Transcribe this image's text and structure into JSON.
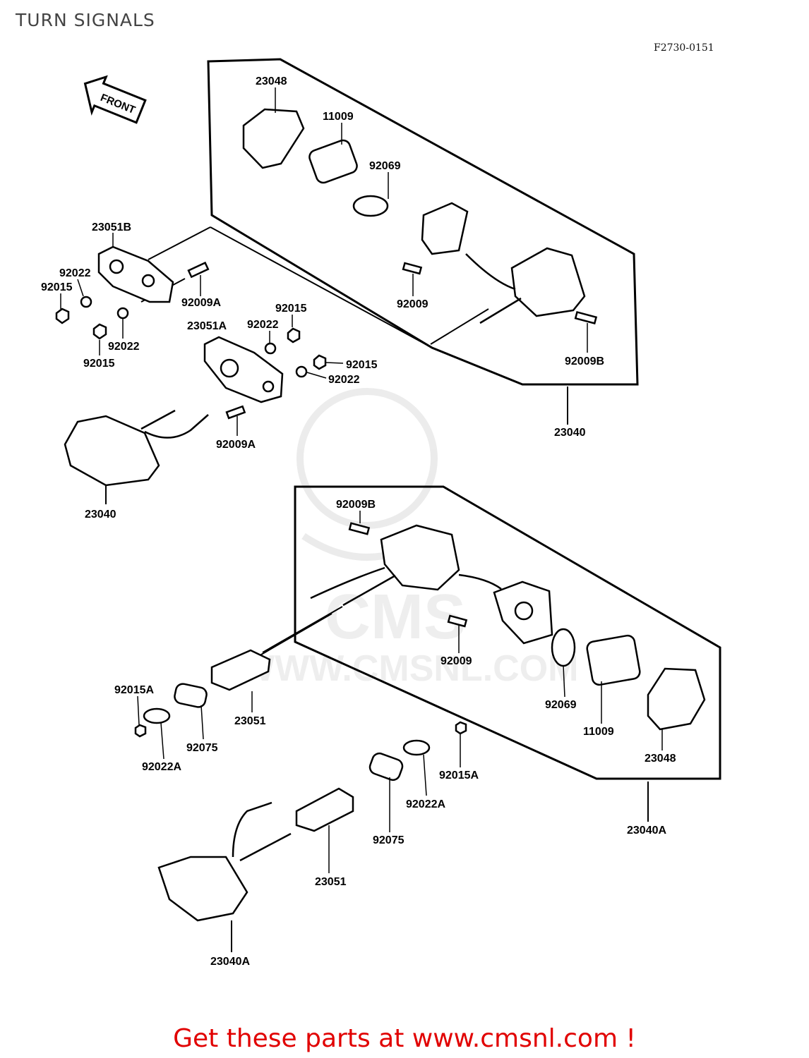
{
  "header": {
    "title": "TURN SIGNALS",
    "figure_code": "F2730-0151"
  },
  "front_arrow": {
    "label": "FRONT"
  },
  "watermark": {
    "text": "WWW.CMSNL.COM",
    "logo_text": "CMS"
  },
  "parts": {
    "p23048_top": "23048",
    "p11009_top": "11009",
    "p92069_top": "92069",
    "p23051B": "23051B",
    "p92022_a": "92022",
    "p92015_a": "92015",
    "p92009A_a": "92009A",
    "p92009_top": "92009",
    "p92015_b": "92015",
    "p92022_b": "92022",
    "p23051A": "23051A",
    "p92022_c": "92022",
    "p92015_c": "92015",
    "p92015_d": "92015",
    "p92022_d": "92022",
    "p92009B_top": "92009B",
    "p92009A_b": "92009A",
    "p23040_right": "23040",
    "p23040_left": "23040",
    "p92009B_mid": "92009B",
    "p92009_mid": "92009",
    "p92015A_a": "92015A",
    "p23051_a": "23051",
    "p92075_a": "92075",
    "p92022A_a": "92022A",
    "p92069_mid": "92069",
    "p11009_mid": "11009",
    "p23048_mid": "23048",
    "p92015A_b": "92015A",
    "p92022A_b": "92022A",
    "p92075_b": "92075",
    "p23051_b": "23051",
    "p23040A_right": "23040A",
    "p23040A_left": "23040A"
  },
  "footer": {
    "link_text": "Get these parts at www.cmsnl.com !"
  }
}
